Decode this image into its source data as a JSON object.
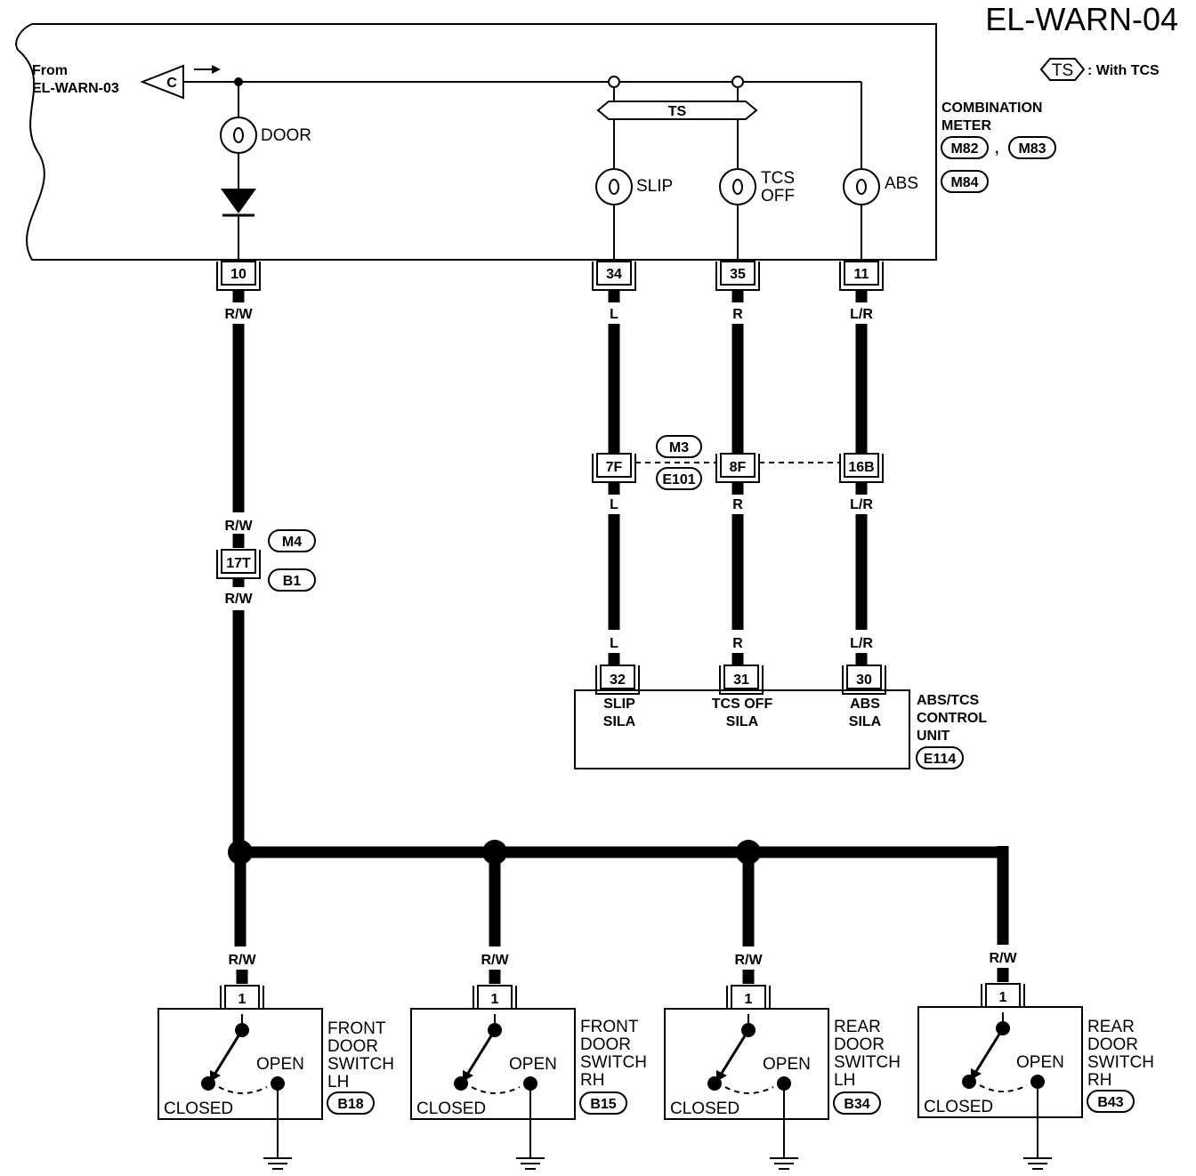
{
  "title": "EL-WARN-04",
  "legend": {
    "tag": "TS",
    "text": ": With TCS"
  },
  "from_ref": {
    "line1": "From",
    "line2": "EL-WARN-03",
    "connector": "C"
  },
  "meter": {
    "label_line1": "COMBINATION",
    "label_line2": "METER",
    "connectors": [
      "M82",
      "M83",
      "M84"
    ],
    "separator": ",",
    "ts_tag": "TS",
    "lamps": {
      "door": "DOOR",
      "slip": "SLIP",
      "tcs_line1": "TCS",
      "tcs_line2": "OFF",
      "abs": "ABS"
    },
    "pins": [
      "10",
      "34",
      "35",
      "11"
    ]
  },
  "wires": {
    "door_top": "R/W",
    "slip_top": "L",
    "tcs_top": "R",
    "abs_top": "L/R",
    "door_mid_above": "R/W",
    "door_mid_below": "R/W",
    "slip_mid_below": "L",
    "tcs_mid_below": "R",
    "abs_mid_below": "L/R",
    "slip_bottom": "L",
    "tcs_bottom": "R",
    "abs_bottom": "L/R",
    "switch_wires": [
      "R/W",
      "R/W",
      "R/W",
      "R/W"
    ]
  },
  "joint_connectors": {
    "door": {
      "pin": "17T",
      "codes": [
        "M4",
        "B1"
      ]
    },
    "abs_tcs": {
      "pins": [
        "7F",
        "8F",
        "16B"
      ],
      "codes": [
        "M3",
        "E101"
      ]
    }
  },
  "control_unit": {
    "pins": [
      "32",
      "31",
      "30"
    ],
    "terminals": [
      {
        "line1": "SLIP",
        "line2": "SILA"
      },
      {
        "line1": "TCS OFF",
        "line2": "SILA"
      },
      {
        "line1": "ABS",
        "line2": "SILA"
      }
    ],
    "label_line1": "ABS/TCS",
    "label_line2": "CONTROL",
    "label_line3": "UNIT",
    "connector": "E114"
  },
  "door_switches": [
    {
      "pin": "1",
      "open": "OPEN",
      "closed": "CLOSED",
      "name": [
        "FRONT",
        "DOOR",
        "SWITCH",
        "LH"
      ],
      "connector": "B18"
    },
    {
      "pin": "1",
      "open": "OPEN",
      "closed": "CLOSED",
      "name": [
        "FRONT",
        "DOOR",
        "SWITCH",
        "RH"
      ],
      "connector": "B15"
    },
    {
      "pin": "1",
      "open": "OPEN",
      "closed": "CLOSED",
      "name": [
        "REAR",
        "DOOR",
        "SWITCH",
        "LH"
      ],
      "connector": "B34"
    },
    {
      "pin": "1",
      "open": "OPEN",
      "closed": "CLOSED",
      "name": [
        "REAR",
        "DOOR",
        "SWITCH",
        "RH"
      ],
      "connector": "B43"
    }
  ]
}
